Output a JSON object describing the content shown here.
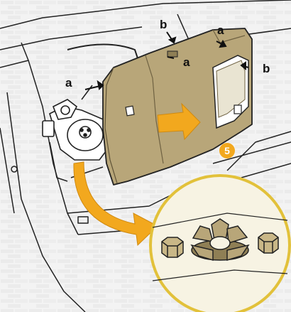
{
  "labels": {
    "a_top": "a",
    "a_mid": "a",
    "a_left": "a",
    "b_top": "b",
    "b_right": "b"
  },
  "step_badge": "5",
  "colors": {
    "panel_fill": "#b8a679",
    "panel_dark": "#8f7f55",
    "arrow_orange": "#f2a81e",
    "detail_ring": "#e2c13a",
    "detail_bg": "#f7f3e3",
    "line": "#222222",
    "background": "#f2f2f2"
  },
  "icons": [
    "arrow-right-icon",
    "curved-arrow-icon",
    "step-badge-icon"
  ]
}
